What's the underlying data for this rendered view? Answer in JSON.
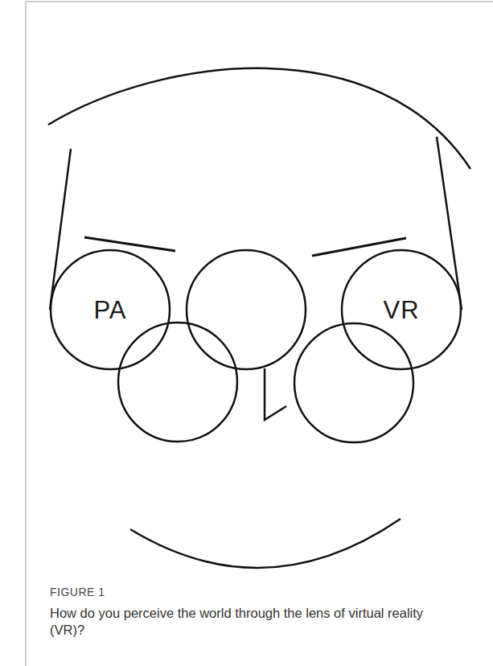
{
  "diagram": {
    "caption": "How do you perceive the world through the lens of virtual reality (VR)?",
    "nodes": [
      {
        "text": [
          "PA"
        ]
      },
      {
        "text": [
          "VR"
        ]
      }
    ],
    "labels": [
      "FIGURE 1"
    ]
  }
}
